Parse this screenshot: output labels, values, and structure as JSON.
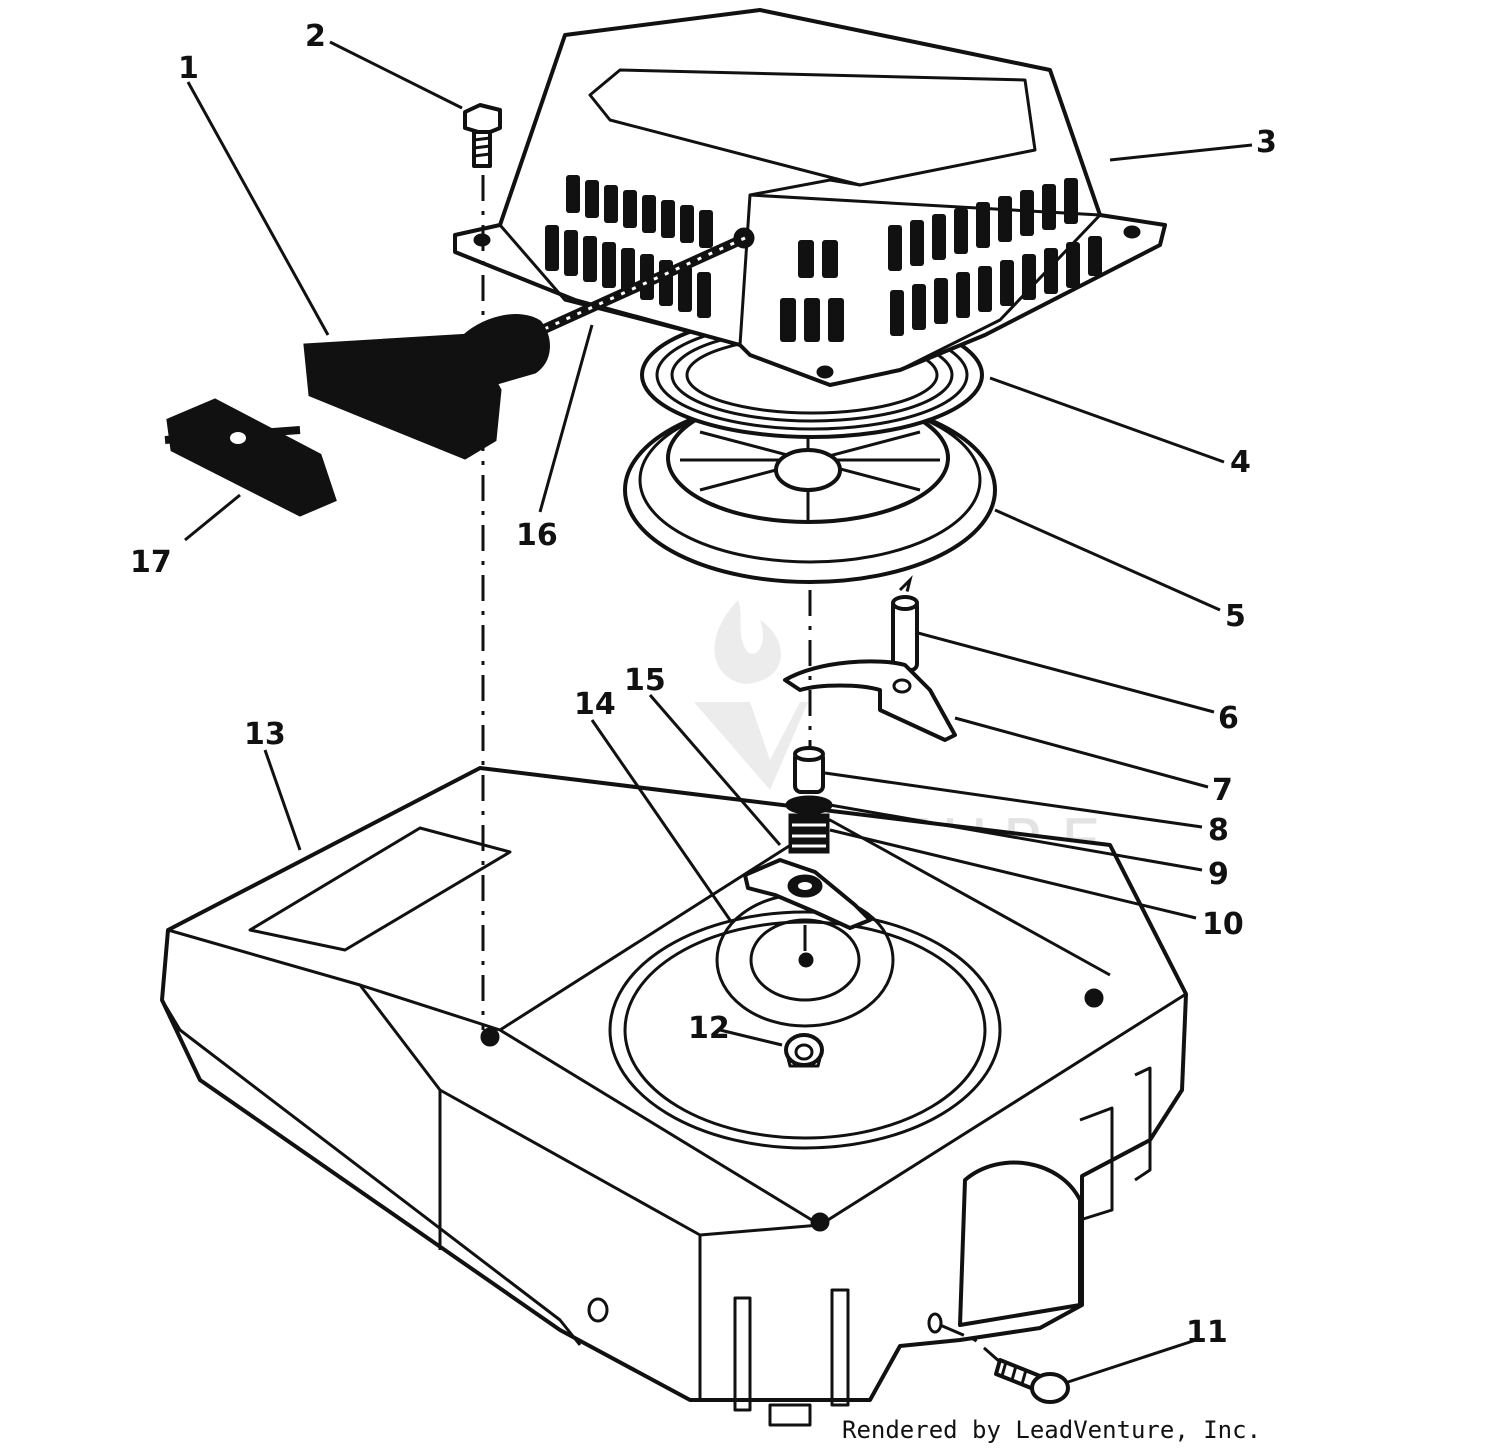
{
  "diagram": {
    "callouts": {
      "c1": "1",
      "c2": "2",
      "c3": "3",
      "c4": "4",
      "c5": "5",
      "c6": "6",
      "c7": "7",
      "c8": "8",
      "c9": "9",
      "c10": "10",
      "c11": "11",
      "c12": "12",
      "c13": "13",
      "c14": "14",
      "c15": "15",
      "c16": "16",
      "c17": "17"
    },
    "watermark_text": "LEADVENTURE",
    "footer_text": "Rendered by LeadVenture, Inc."
  }
}
